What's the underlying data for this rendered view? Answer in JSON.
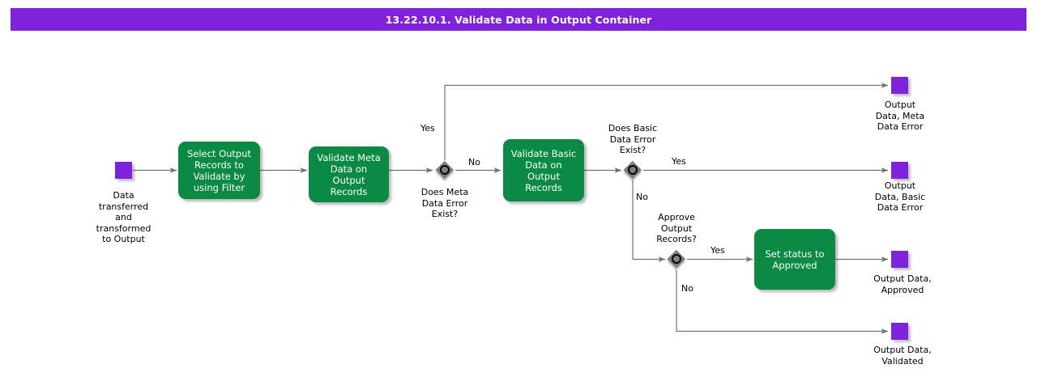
{
  "header": {
    "title": "13.22.10.1. Validate Data in Output Container",
    "bar_color": "#8021DE",
    "text_color": "#FFFFFF"
  },
  "theme": {
    "task_fill": "#0B8A43",
    "event_fill": "#8021DE",
    "gateway_fill": "#808080",
    "connector": "#737373",
    "text": "#000000",
    "background": "#FFFFFF"
  },
  "diagram": {
    "type": "bpmn-flowchart",
    "start_events": [
      {
        "id": "start",
        "label": "Data\ntransferred\nand\ntransformed\nto Output"
      }
    ],
    "tasks": [
      {
        "id": "t1",
        "label": "Select Output\nRecords to\nValidate by\nusing Filter"
      },
      {
        "id": "t2",
        "label": "Validate Meta\nData on Output\nRecords"
      },
      {
        "id": "t3",
        "label": "Validate Basic\nData on Output\nRecords"
      },
      {
        "id": "t4",
        "label": "Set status to\nApproved"
      }
    ],
    "gateways": [
      {
        "id": "g1",
        "label": "Does Meta\nData Error\nExist?",
        "label_position": "below"
      },
      {
        "id": "g2",
        "label": "Does Basic\nData Error\nExist?",
        "label_position": "above"
      },
      {
        "id": "g3",
        "label": "Approve\nOutput\nRecords?",
        "label_position": "above"
      }
    ],
    "end_events": [
      {
        "id": "e1",
        "label": "Output\nData, Meta\nData Error"
      },
      {
        "id": "e2",
        "label": "Output\nData, Basic\nData Error"
      },
      {
        "id": "e3",
        "label": "Output Data,\nApproved"
      },
      {
        "id": "e4",
        "label": "Output Data,\nValidated"
      }
    ],
    "flow_labels": {
      "g1_yes": "Yes",
      "g1_no": "No",
      "g2_yes": "Yes",
      "g2_no": "No",
      "g3_yes": "Yes",
      "g3_no": "No"
    },
    "edges": [
      {
        "from": "start",
        "to": "t1",
        "label": ""
      },
      {
        "from": "t1",
        "to": "t2",
        "label": ""
      },
      {
        "from": "t2",
        "to": "g1",
        "label": ""
      },
      {
        "from": "g1",
        "to": "e1",
        "label": "Yes"
      },
      {
        "from": "g1",
        "to": "t3",
        "label": "No"
      },
      {
        "from": "t3",
        "to": "g2",
        "label": ""
      },
      {
        "from": "g2",
        "to": "e2",
        "label": "Yes"
      },
      {
        "from": "g2",
        "to": "g3",
        "label": "No"
      },
      {
        "from": "g3",
        "to": "t4",
        "label": "Yes"
      },
      {
        "from": "g3",
        "to": "e4",
        "label": "No"
      },
      {
        "from": "t4",
        "to": "e3",
        "label": ""
      }
    ]
  }
}
